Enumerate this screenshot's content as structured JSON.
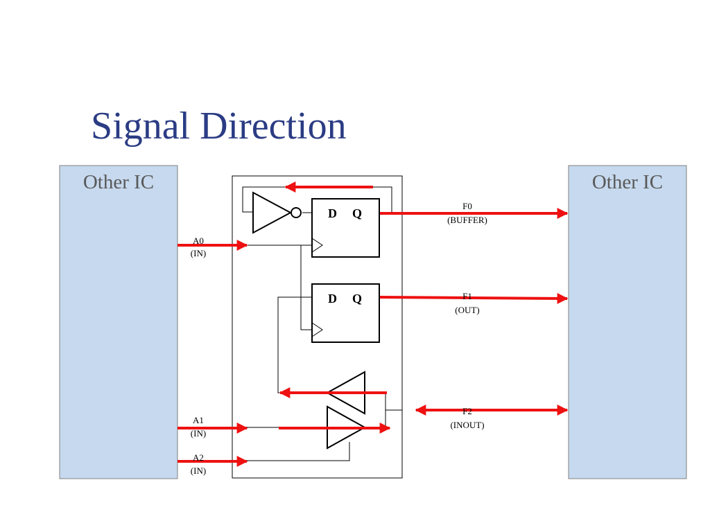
{
  "title": "Signal Direction",
  "left_ic": {
    "label": "Other IC"
  },
  "right_ic": {
    "label": "Other IC"
  },
  "flip_flops": [
    {
      "d_label": "D",
      "q_label": "Q"
    },
    {
      "d_label": "D",
      "q_label": "Q"
    }
  ],
  "signals": {
    "a0": {
      "name": "A0",
      "mode": "(IN)"
    },
    "a1": {
      "name": "A1",
      "mode": "(IN)"
    },
    "a2": {
      "name": "A2",
      "mode": "(IN)"
    },
    "f0": {
      "name": "F0",
      "mode": "(BUFFER)"
    },
    "f1": {
      "name": "F1",
      "mode": "(OUT)"
    },
    "f2": {
      "name": "F2",
      "mode": "(INOUT)"
    }
  },
  "colors": {
    "title": "#2b3c84",
    "ic_fill": "#c6d9ee",
    "arrow": "#ee1111"
  }
}
